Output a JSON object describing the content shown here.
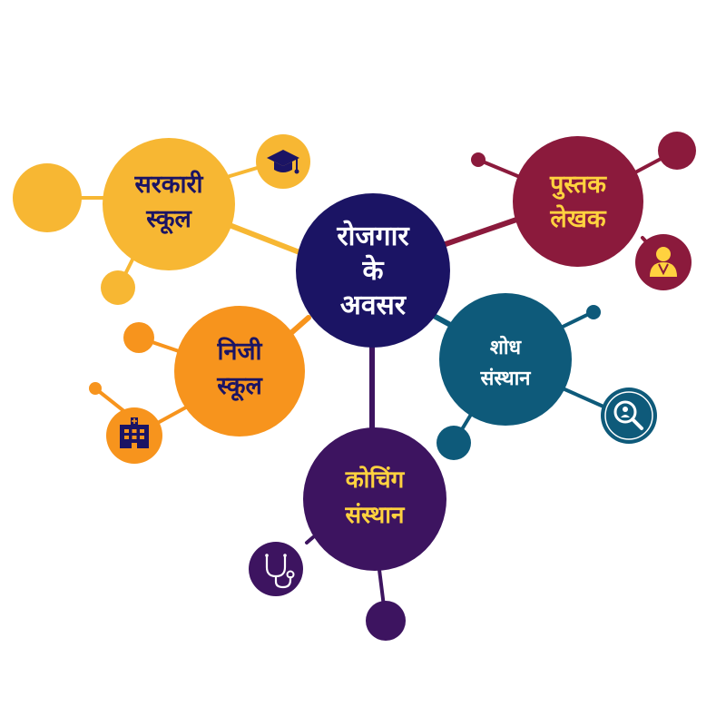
{
  "center": {
    "lines": [
      "रोजगार",
      "के",
      "अवसर"
    ],
    "color": "#1b1464",
    "text_color": "#ffffff"
  },
  "nodes": [
    {
      "id": "sarkari-school",
      "lines": [
        "सरकारी",
        "स्कूल"
      ],
      "color": "#f7b733",
      "text_color": "#1b1464",
      "icon": "graduation-cap-icon"
    },
    {
      "id": "pustak-lekhak",
      "lines": [
        "पुस्तक",
        "लेखक"
      ],
      "color": "#8b1a3c",
      "text_color": "#ffd23f",
      "icon": "doctor-icon"
    },
    {
      "id": "niji-school",
      "lines": [
        "निजी",
        "स्कूल"
      ],
      "color": "#f7941d",
      "text_color": "#1b1464",
      "icon": "hospital-building-icon"
    },
    {
      "id": "shodh-sansthan",
      "lines": [
        "शोध",
        "संस्थान"
      ],
      "color": "#0e5a7a",
      "text_color": "#ffffff",
      "icon": "search-person-icon"
    },
    {
      "id": "coaching-sansthan",
      "lines": [
        "कोचिंग",
        "संस्थान"
      ],
      "color": "#3d1460",
      "text_color": "#ffd23f",
      "icon": "stethoscope-icon"
    }
  ]
}
